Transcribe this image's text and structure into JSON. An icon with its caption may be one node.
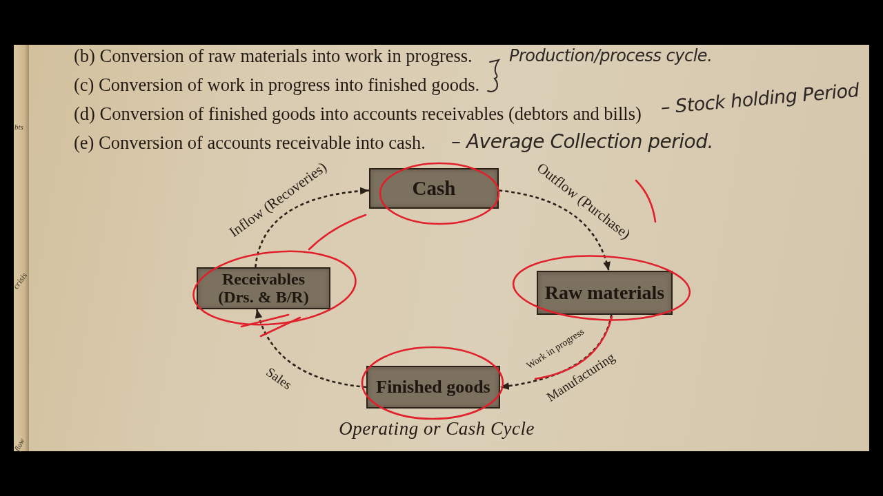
{
  "diagram": {
    "caption": "Operating or Cash Cycle",
    "nodes": [
      {
        "text": [
          "Cash"
        ]
      },
      {
        "text": [
          "Receivables (Drs. & B/R)"
        ]
      },
      {
        "text": [
          "Raw materials"
        ]
      },
      {
        "text": [
          "Finished goods"
        ]
      }
    ],
    "edges": [
      {
        "from": 0,
        "to": 2,
        "arrow": "to",
        "label": "Outflow (Purchase)",
        "style": "dashed"
      },
      {
        "from": 2,
        "to": 3,
        "arrow": "to",
        "label": "Work in progress",
        "style": "dashed"
      },
      {
        "from": 3,
        "to": 1,
        "arrow": "to",
        "label": "Sales",
        "style": "dashed"
      },
      {
        "from": 1,
        "to": 0,
        "arrow": "to",
        "label": "Inflow (Recoveries)",
        "style": "dashed"
      }
    ],
    "labels": [
      "(b) Conversion of raw materials into work in progress.",
      "Production/process cycle.",
      "(c) Conversion of work in progress into finished goods.",
      "(d) Conversion of finished goods into accounts receivables (debtors and bills)",
      "– Stock holding Period",
      "bts",
      "(e) Conversion of accounts receivable into cash.",
      "– Average Collection period.",
      "crisis",
      "Manufacturing",
      "flow"
    ]
  }
}
